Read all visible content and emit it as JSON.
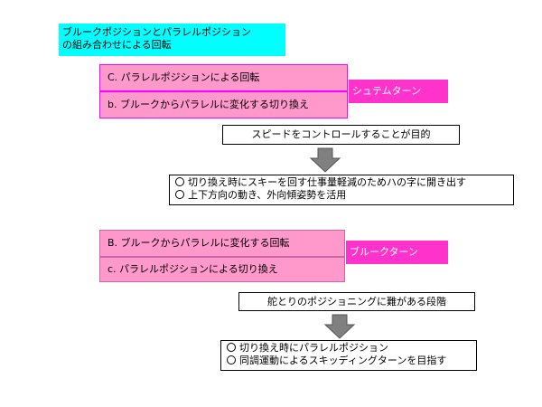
{
  "title": {
    "line1": "ブルークポジションとパラレルポジション",
    "line2": "の組み合わせによる回転"
  },
  "section1": {
    "item_c": "C. パラレルポジションによる回転",
    "item_b": "b. ブルークからパラレルに変化する切り換え",
    "label": "シュテムターン",
    "goal": "スピードをコントロールすることが目的",
    "points": [
      "切り換え時にスキーを回す仕事量軽減のためハの字に開き出す",
      "上下方向の動き、外向傾姿勢を活用"
    ]
  },
  "section2": {
    "item_B": "B. ブルークからパラレルに変化する回転",
    "item_c": "c. パラレルポジションによる切り換え",
    "label": "ブルークターン",
    "goal": "舵とりのポジショニングに難がある段階",
    "points": [
      "切り換え時にパラレルポジション",
      "同調運動によるスキッディングターンを目指す"
    ]
  },
  "colors": {
    "title_bg": "#00ffff",
    "box_bg": "#ff99cc",
    "label_bg": "#ff33cc",
    "arrow": "#808080"
  },
  "icons": {
    "arrow": "down-arrow-icon",
    "bullet": "circle-bullet-icon"
  }
}
